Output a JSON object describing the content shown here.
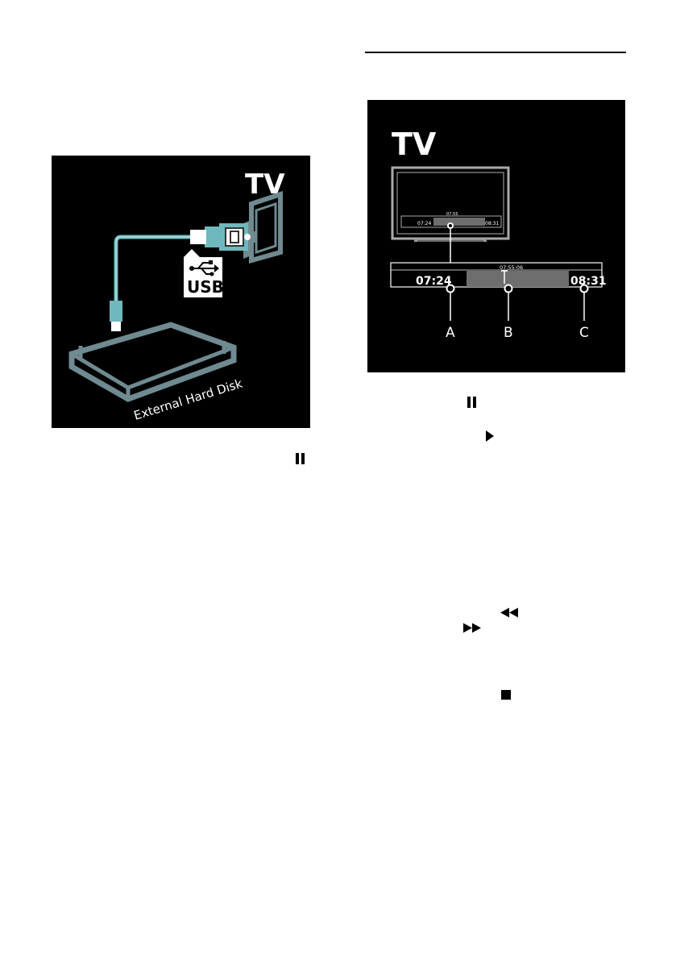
{
  "colors": {
    "panel_bg": "#000000",
    "line_art": "#6f8a90",
    "cable_accent": "#6fb8bd",
    "bar_fill": "#6e6e6e",
    "text_white": "#ffffff"
  },
  "figure_left": {
    "tv_label": "TV",
    "usb_label": "USB",
    "disk_label": "External Hard Disk",
    "icons": [
      "usb-trident-icon",
      "tv-icon",
      "hard-disk-icon"
    ]
  },
  "figure_right": {
    "tv_label": "TV",
    "mini_bar": {
      "start_time": "07:24",
      "live_time": "07:55",
      "end_time": "08:31"
    },
    "zoom_bar": {
      "start_time": "07:24",
      "current_time": "07:55:06",
      "end_time": "08:31"
    },
    "callouts": [
      "A",
      "B",
      "C"
    ]
  },
  "control_icons": [
    "pause-icon",
    "pause-icon",
    "play-icon",
    "rewind-icon",
    "fast-forward-icon",
    "stop-icon"
  ]
}
